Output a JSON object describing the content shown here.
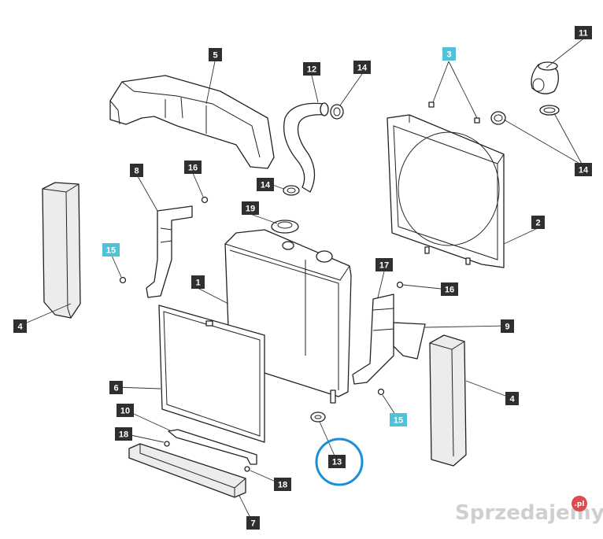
{
  "callouts": {
    "c1": "1",
    "c2": "2",
    "c3": "3",
    "c4a": "4",
    "c4b": "4",
    "c5": "5",
    "c6": "6",
    "c7": "7",
    "c8": "8",
    "c9": "9",
    "c10": "10",
    "c11": "11",
    "c12": "12",
    "c13": "13",
    "c14a": "14",
    "c14b": "14",
    "c14c": "14",
    "c15a": "15",
    "c15b": "15",
    "c16a": "16",
    "c16b": "16",
    "c17": "17",
    "c18a": "18",
    "c18b": "18",
    "c19": "19"
  },
  "colors": {
    "callout": "#2f2f2f",
    "callout_highlight": "#4ec3d8",
    "highlight_ring": "#1a8fd6"
  },
  "watermark": {
    "text": "Sprzedajemy",
    "badge": ".pl"
  }
}
